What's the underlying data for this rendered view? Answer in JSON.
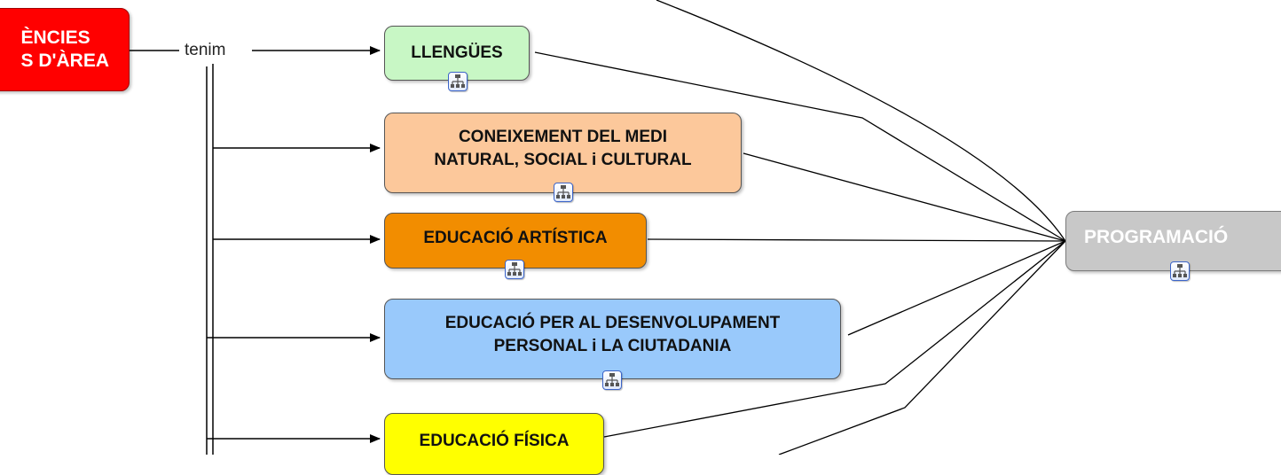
{
  "source_concept": {
    "label": "ÈNCIES\nS D'ÀREA",
    "color": "#ff0000"
  },
  "link_phrase": "tenim",
  "areas": [
    {
      "label": "LLENGÜES",
      "color": "#c8f7c5"
    },
    {
      "label": "CONEIXEMENT DEL MEDI\nNATURAL, SOCIAL i CULTURAL",
      "color": "#fcc89b"
    },
    {
      "label": "EDUCACIÓ ARTÍSTICA",
      "color": "#f28d00"
    },
    {
      "label": "EDUCACIÓ PER AL DESENVOLUPAMENT\nPERSONAL i LA CIUTADANIA",
      "color": "#99c9fb"
    },
    {
      "label": "EDUCACIÓ FÍSICA",
      "color": "#ffff00"
    }
  ],
  "target_concept": {
    "label": "PROGRAMACIÓ",
    "color": "#c8c8c8"
  },
  "icons": {
    "submap": "concept-map-icon"
  }
}
